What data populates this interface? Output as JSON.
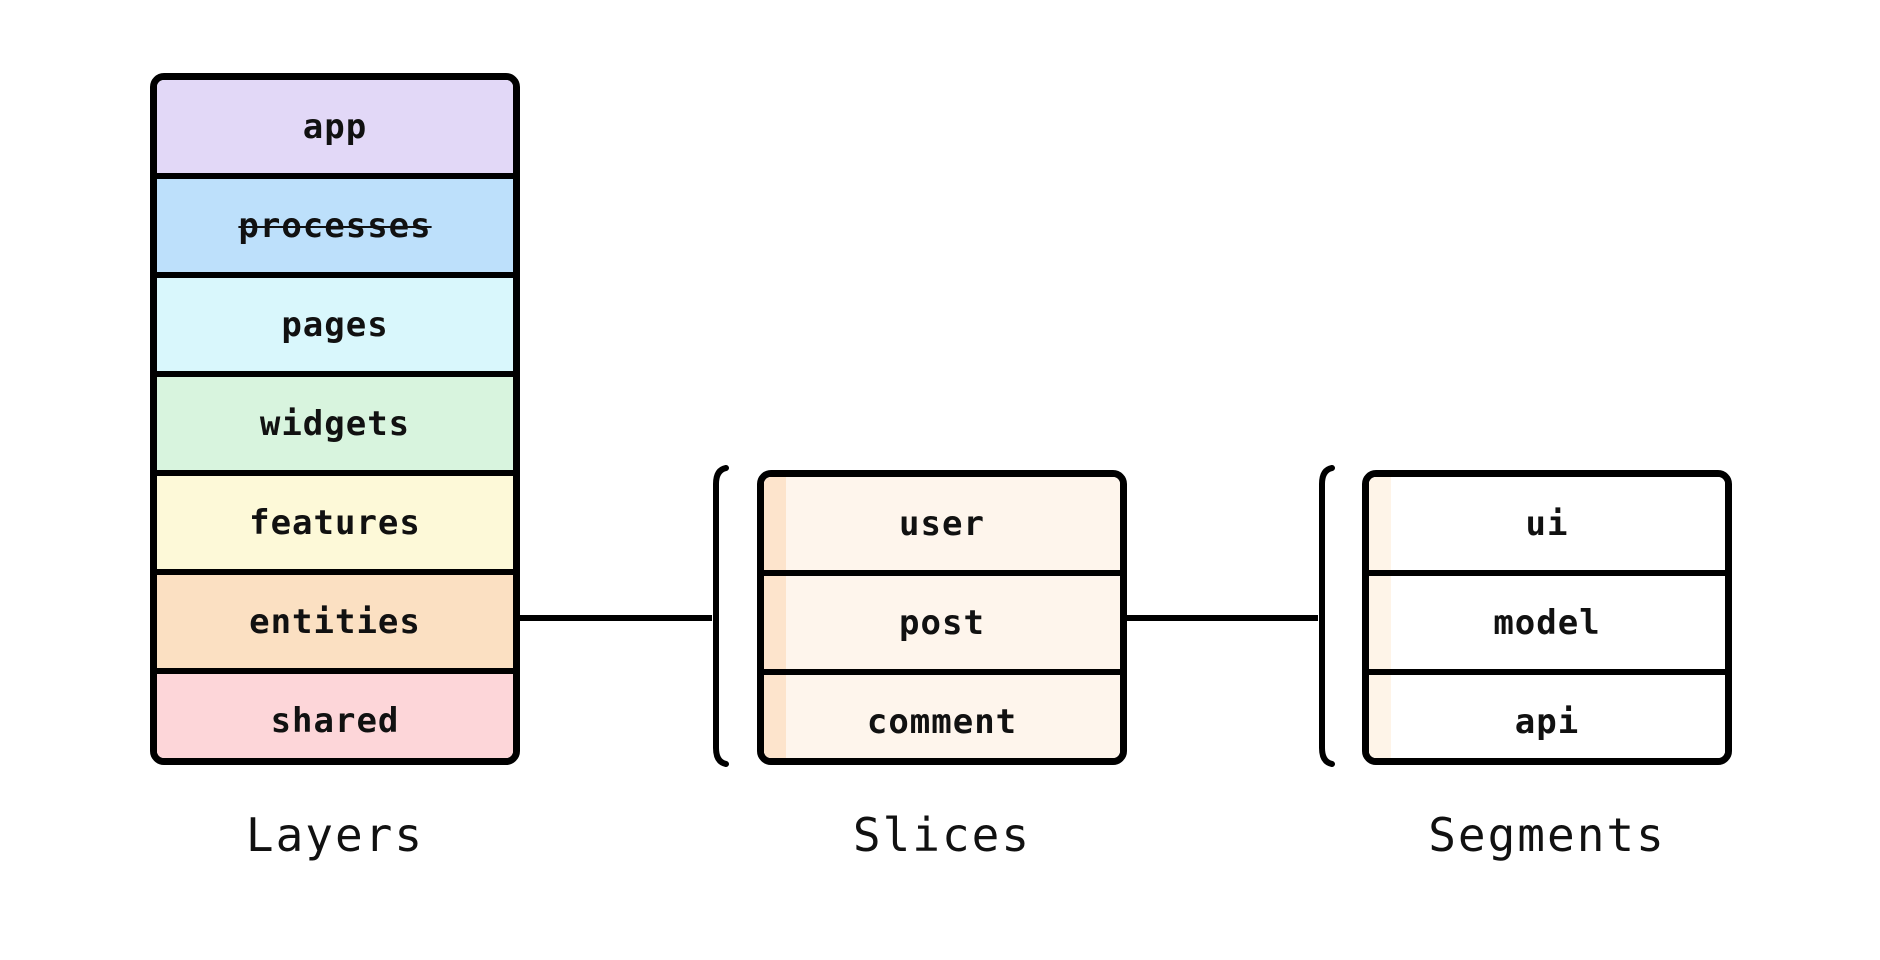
{
  "layers": {
    "caption": "Layers",
    "items": [
      {
        "label": "app",
        "color": "#e2d8f7",
        "strikethrough": false
      },
      {
        "label": "processes",
        "color": "#bde0fb",
        "strikethrough": true
      },
      {
        "label": "pages",
        "color": "#d9f7fc",
        "strikethrough": false
      },
      {
        "label": "widgets",
        "color": "#d8f4de",
        "strikethrough": false
      },
      {
        "label": "features",
        "color": "#fdf9d8",
        "strikethrough": false
      },
      {
        "label": "entities",
        "color": "#fbe0c2",
        "strikethrough": false
      },
      {
        "label": "shared",
        "color": "#fdd6d9",
        "strikethrough": false
      }
    ]
  },
  "slices": {
    "caption": "Slices",
    "fill_color": "#fef5ec",
    "strip_color": "#fde4cc",
    "items": [
      {
        "label": "user"
      },
      {
        "label": "post"
      },
      {
        "label": "comment"
      }
    ]
  },
  "segments": {
    "caption": "Segments",
    "fill_color": "#ffffff",
    "strip_color": "#fef4e8",
    "items": [
      {
        "label": "ui"
      },
      {
        "label": "model"
      },
      {
        "label": "api"
      }
    ]
  }
}
